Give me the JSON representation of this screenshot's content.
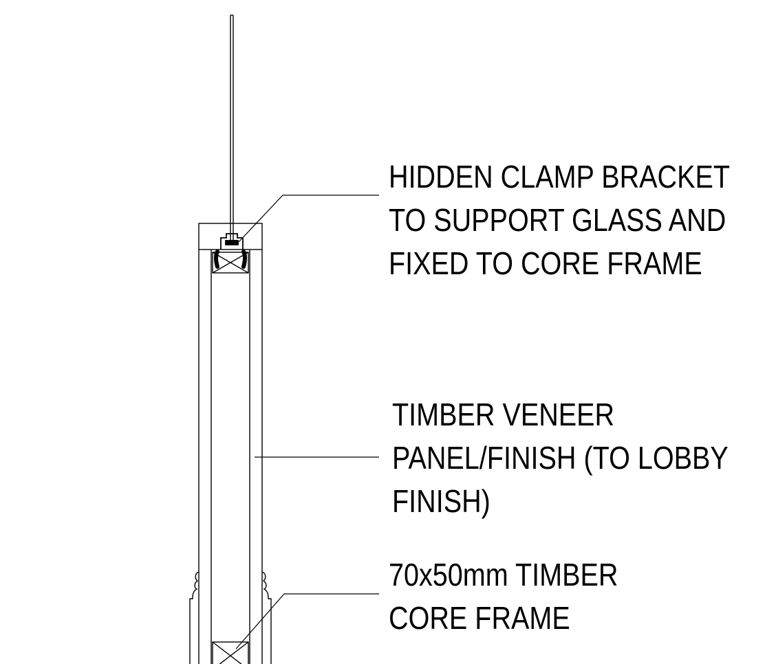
{
  "annotations": {
    "clamp_bracket": {
      "lines": [
        "HIDDEN CLAMP BRACKET",
        "TO SUPPORT GLASS AND",
        "FIXED TO CORE FRAME"
      ]
    },
    "timber_veneer": {
      "lines": [
        "TIMBER VENEER",
        "PANEL/FINISH (TO LOBBY",
        "FINISH)"
      ]
    },
    "core_frame": {
      "lines": [
        "70x50mm TIMBER",
        "CORE FRAME"
      ]
    }
  }
}
